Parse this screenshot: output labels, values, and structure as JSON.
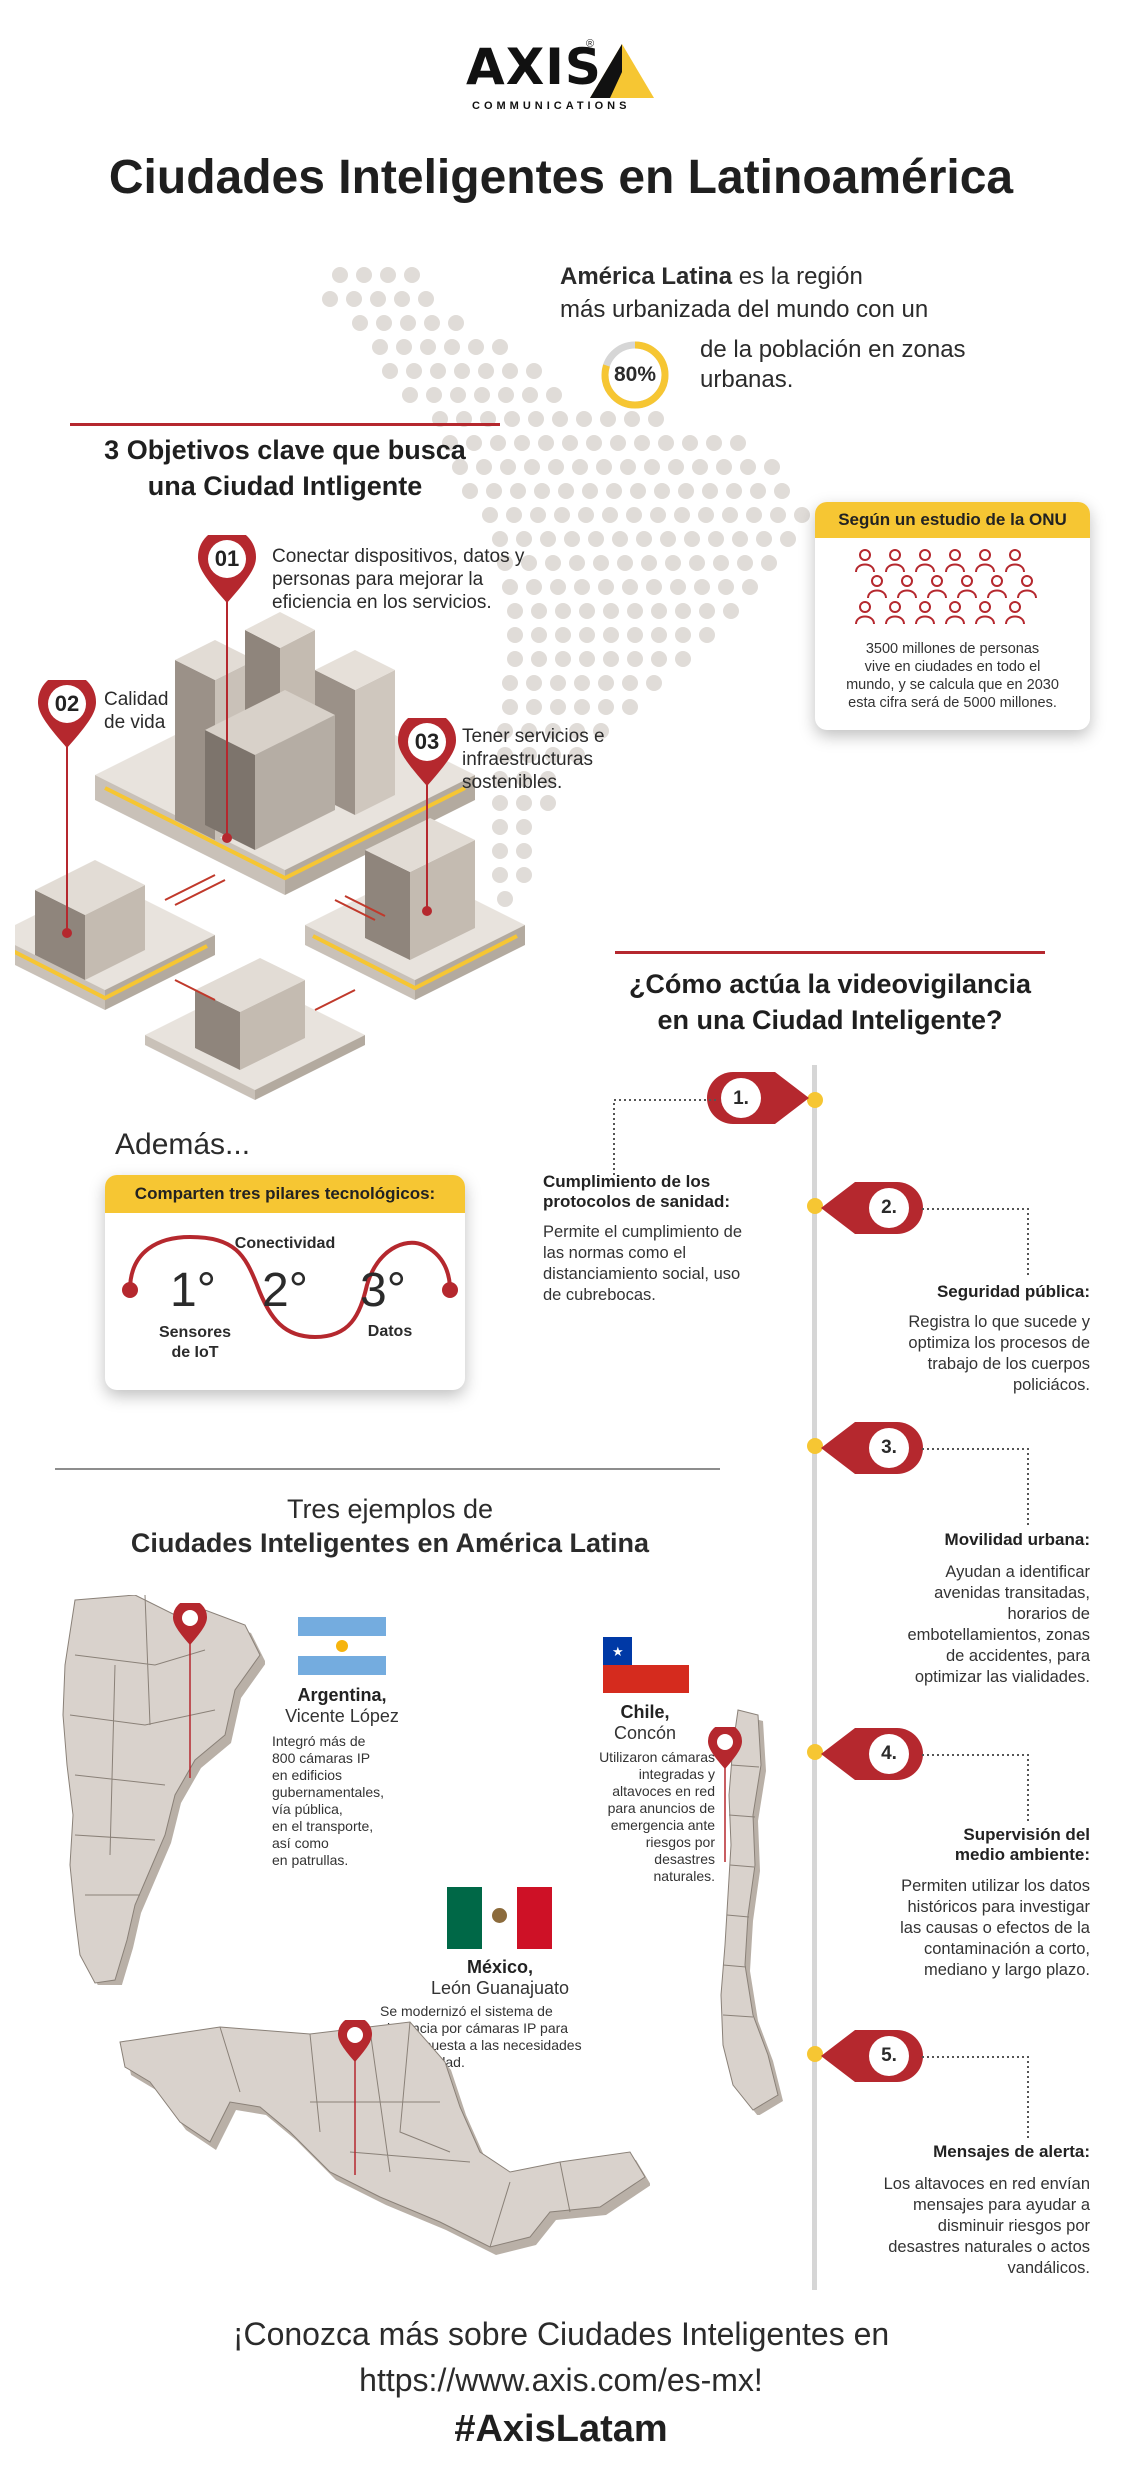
{
  "logo": {
    "word": "AXIS",
    "sub": "COMMUNICATIONS",
    "reg": "®"
  },
  "title": "Ciudades Inteligentes en Latinoamérica",
  "intro": {
    "bold": "América Latina",
    "line1_rest": " es la región",
    "line2": "más urbanizada del mundo con un",
    "percent": "80%",
    "percent_value": 80,
    "line3": "de la población en zonas",
    "line4": "urbanas."
  },
  "objectives": {
    "heading_l1": "3 Objetivos clave que busca",
    "heading_l2": "una Ciudad Intligente",
    "items": [
      {
        "num": "01",
        "l1": "Conectar dispositivos, datos y",
        "l2": "personas para mejorar la",
        "l3": "eficiencia en los servicios."
      },
      {
        "num": "02",
        "l1": "Calidad",
        "l2": "de vida"
      },
      {
        "num": "03",
        "l1": "Tener servicios e",
        "l2": "infraestructuras",
        "l3": "sostenibles."
      }
    ]
  },
  "onu": {
    "header": "Según un estudio de la ONU",
    "l1": "3500 millones de personas",
    "l2": "vive en ciudades en todo el",
    "l3": "mundo, y se calcula que en 2030",
    "l4": "esta cifra será de 5000 millones."
  },
  "ademas": {
    "label": "Además...",
    "header": "Comparten tres pilares tecnológicos:",
    "p1_num": "1°",
    "p1_l1": "Sensores",
    "p1_l2": "de IoT",
    "p2_num": "2°",
    "p2_lbl": "Conectividad",
    "p3_num": "3°",
    "p3_lbl": "Datos"
  },
  "video": {
    "heading_l1": "¿Cómo actúa la videovigilancia",
    "heading_l2": "en una Ciudad Inteligente?",
    "steps": [
      {
        "num": "1.",
        "t1": "Cumplimiento de los",
        "t2": "protocolos de sanidad:",
        "lines": [
          "Permite el cumplimiento de",
          "las normas como el",
          "distanciamiento social, uso",
          "de cubrebocas."
        ]
      },
      {
        "num": "2.",
        "t1": "Seguridad pública:",
        "lines": [
          "Registra lo que sucede y",
          "optimiza los procesos de",
          "trabajo de los cuerpos",
          "policiácos."
        ]
      },
      {
        "num": "3.",
        "t1": "Movilidad urbana:",
        "lines": [
          "Ayudan a identificar",
          "avenidas transitadas,",
          "horarios de",
          "embotellamientos, zonas",
          "de accidentes, para",
          "optimizar las vialidades."
        ]
      },
      {
        "num": "4.",
        "t1": "Supervisión del",
        "t2": "medio ambiente:",
        "lines": [
          "Permiten utilizar los datos",
          "históricos para investigar",
          "las causas o efectos de la",
          "contaminación a corto,",
          "mediano y largo plazo."
        ]
      },
      {
        "num": "5.",
        "t1": "Mensajes de alerta:",
        "lines": [
          "Los altavoces en red envían",
          "mensajes para ayudar a",
          "disminuir riesgos por",
          "desastres naturales o actos",
          "vandálicos."
        ]
      }
    ]
  },
  "examples": {
    "heading_l1": "Tres ejemplos de",
    "heading_l2": "Ciudades Inteligentes en América Latina",
    "argentina": {
      "name": "Argentina,",
      "city": "Vicente López",
      "lines": [
        "Integró más de",
        "800 cámaras IP",
        "en edificios",
        "gubernamentales,",
        "vía pública,",
        "en el transporte,",
        "así como",
        "en patrullas."
      ]
    },
    "chile": {
      "name": "Chile,",
      "city": "Concón",
      "lines": [
        "Utilizaron cámaras",
        "integradas y",
        "altavoces en red",
        "para anuncios de",
        "emergencia ante",
        "riesgos por",
        "desastres",
        "naturales."
      ]
    },
    "mexico": {
      "name": "México,",
      "city": "León Guanajuato",
      "lines": [
        "Se modernizó el sistema de",
        "vigilancia por cámaras IP para",
        "dar respuesta a las necesidades",
        "de seguridad."
      ]
    }
  },
  "footer": {
    "l1": "¡Conozca más sobre Ciudades Inteligentes en",
    "l2": "https://www.axis.com/es-mx!",
    "hashtag": "#AxisLatam"
  },
  "colors": {
    "accent_red": "#b5282e",
    "accent_yellow": "#f6c633",
    "map_grey": "#d9d2cc",
    "text": "#2b2b2b"
  }
}
